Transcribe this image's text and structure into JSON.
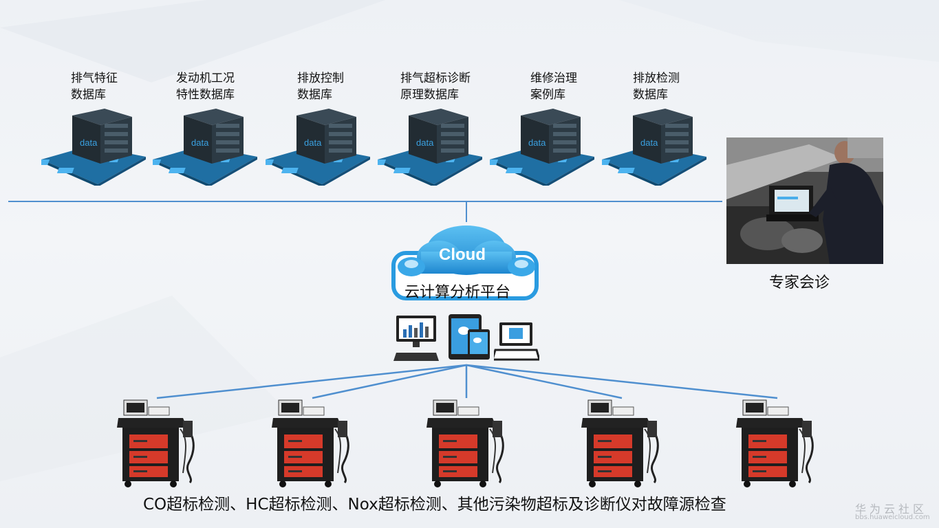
{
  "databases": [
    {
      "label_line1": "排气特征",
      "label_line2": "数据库",
      "icon": "data-server-icon"
    },
    {
      "label_line1": "发动机工况",
      "label_line2": "特性数据库",
      "icon": "data-server-icon"
    },
    {
      "label_line1": "排放控制",
      "label_line2": "数据库",
      "icon": "data-server-icon"
    },
    {
      "label_line1": "排气超标诊断",
      "label_line2": "原理数据库",
      "icon": "data-server-icon"
    },
    {
      "label_line1": "维修治理",
      "label_line2": "案例库",
      "icon": "data-server-icon"
    },
    {
      "label_line1": "排放检测",
      "label_line2": "数据库",
      "icon": "data-server-icon"
    }
  ],
  "server_text": "data",
  "cloud": {
    "word": "Cloud",
    "label": "云计算分析平台"
  },
  "devices": [
    "desktop-monitor-icon",
    "tablet-phone-icon",
    "laptop-icon"
  ],
  "expert": {
    "label": "专家会诊",
    "image": "mechanic-with-laptop-photo"
  },
  "analyzers": {
    "count": 5,
    "icon": "emission-analyzer-cart-icon"
  },
  "bottom_label": "CO超标检测、HC超标检测、Nox超标检测、其他污染物超标及诊断仪对故障源检查",
  "watermark": {
    "line1": "华为云社区",
    "line2": "bbs.huaweicloud.com"
  },
  "colors": {
    "line": "#4f8fcf",
    "server_blue": "#1f6fa3",
    "cloud_blue": "#2a9be0",
    "cabinet_red": "#d63a2a"
  }
}
